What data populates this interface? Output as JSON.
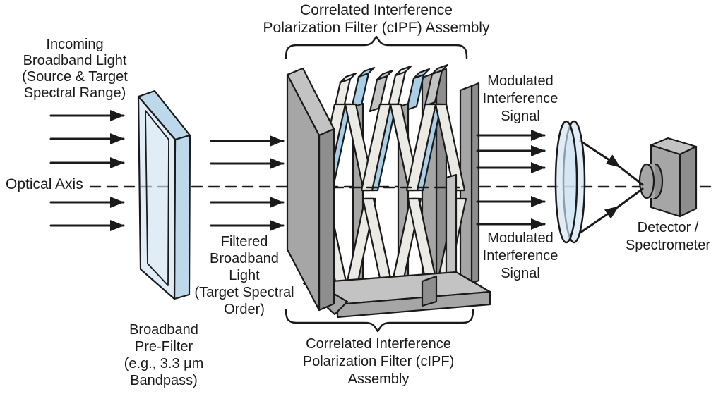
{
  "figure": {
    "type": "optical-system-diagram",
    "title_top": "Correlated Interference\nPolarization Filter (cIPF) Assembly",
    "title_bottom": "Correlated Interference\nPolarization Filter (cIPF)\nAssembly",
    "labels": {
      "incoming_light": "Incoming\nBroadband Light\n(Source & Target\nSpectral Range)",
      "optical_axis": "Optical Axis",
      "filtered_light": "Filtered\nBroadband\nLight\n(Target Spectral\nOrder)",
      "prefilter": "Broadband\nPre-Filter\n(e.g., 3.3 μm\nBandpass)",
      "modulated_top": "Modulated\nInterference\nSignal",
      "modulated_bottom": "Modulated\nInterference\nSignal",
      "detector": "Detector /\nSpectrometer"
    },
    "colors": {
      "background": "#ffffff",
      "outline": "#1a1a1a",
      "plate_gray": "#a6a6a6",
      "plate_gray_dark": "#8e8e8e",
      "plate_gray_light": "#c3c3c3",
      "plate_white": "#eceae4",
      "plate_blue": "#a9cee7",
      "glass_blue": "#cfe3f2",
      "glass_blue_dark": "#bdd8ea"
    }
  }
}
